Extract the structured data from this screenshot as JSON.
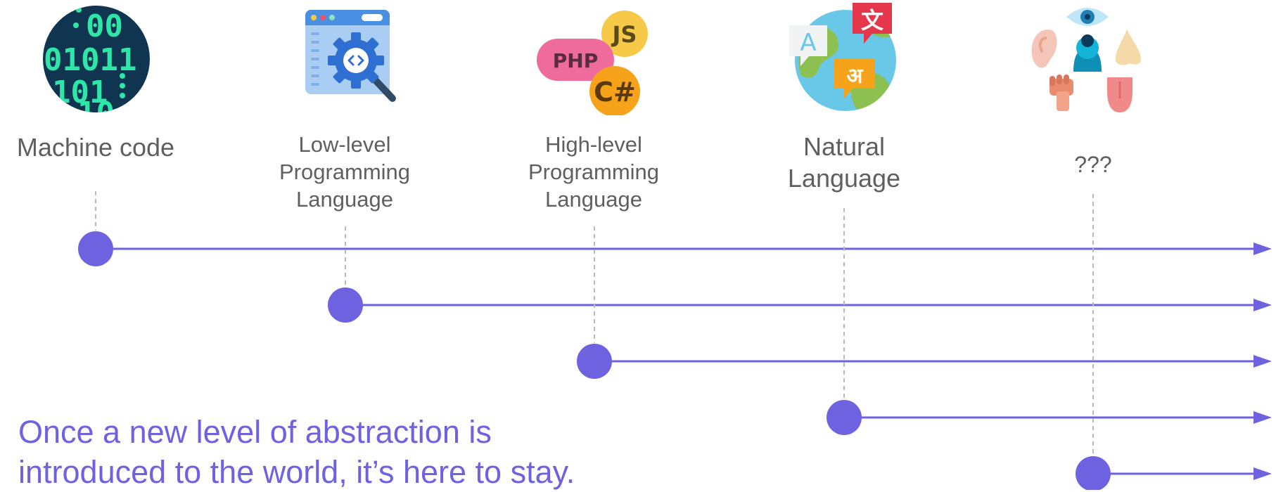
{
  "levels": [
    {
      "label_lines": [
        "Machine code"
      ],
      "icon": "binary-code-icon"
    },
    {
      "label_lines": [
        "Low-level",
        "Programming",
        "Language"
      ],
      "icon": "browser-gear-magnifier-icon"
    },
    {
      "label_lines": [
        "High-level",
        "Programming",
        "Language"
      ],
      "icon": "language-bubbles-icon"
    },
    {
      "label_lines": [
        "Natural",
        "Language"
      ],
      "icon": "globe-translation-icon"
    },
    {
      "label_lines": [
        "???"
      ],
      "icon": "five-senses-icon"
    }
  ],
  "caption": {
    "line1": "Once a new level of abstraction is",
    "line2": "introduced to the world, it’s here to stay."
  },
  "icon_text": {
    "js": "JS",
    "php": "PHP",
    "csharp": "C#",
    "latin_a": "A",
    "chinese": "文",
    "hindi": "अ"
  },
  "colors": {
    "accent": "#6f62e0",
    "label": "#5f5f63",
    "guide": "#b9b9b9"
  }
}
